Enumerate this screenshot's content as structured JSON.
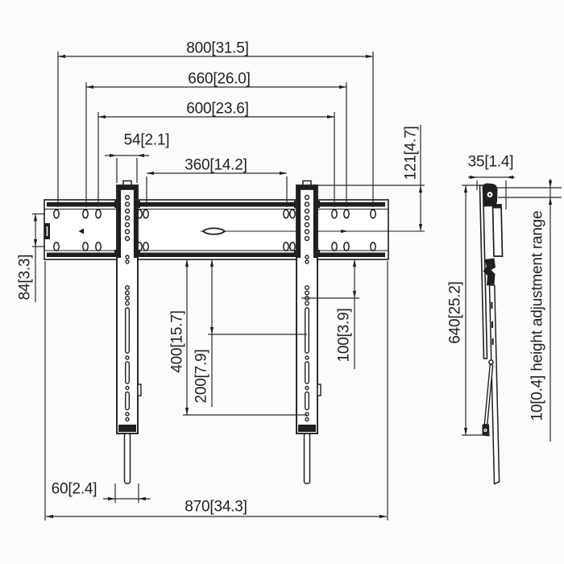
{
  "front_view": {
    "dim_800": "800[31.5]",
    "dim_660": "660[26.0]",
    "dim_600": "600[23.6]",
    "dim_54": "54[2.1]",
    "dim_360": "360[14.2]",
    "dim_121": "121[4.7]",
    "dim_84": "84[3.3]",
    "dim_400": "400[15.7]",
    "dim_200": "200[7.9]",
    "dim_100": "100[3.9]",
    "dim_60": "60[2.4]",
    "dim_870": "870[34.3]"
  },
  "side_view": {
    "dim_35": "35[1.4]",
    "dim_640": "640[25.2]",
    "dim_10": "10[0.4] height adjustment range"
  },
  "colors": {
    "line": "#1f1f1f",
    "background": "#fbfbfb"
  }
}
